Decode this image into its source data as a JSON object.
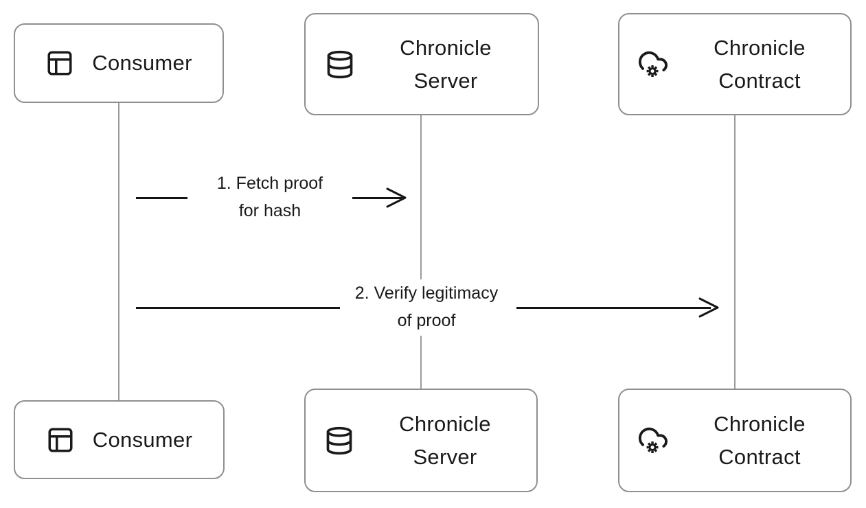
{
  "diagram": {
    "type": "sequence",
    "participants": [
      {
        "id": "consumer",
        "label": "Consumer",
        "icon": "layout-panel-icon"
      },
      {
        "id": "chronicle-server",
        "label": "Chronicle Server",
        "icon": "database-icon"
      },
      {
        "id": "chronicle-contract",
        "label": "Chronicle Contract",
        "icon": "cloud-cog-icon"
      }
    ],
    "messages": [
      {
        "from": "Consumer",
        "to": "Chronicle Server",
        "line1": "1. Fetch proof",
        "line2": "for hash"
      },
      {
        "from": "Consumer",
        "to": "Chronicle Contract",
        "line1": "2. Verify legitimacy",
        "line2": "of proof"
      }
    ],
    "colors": {
      "background": "#ffffff",
      "box_border": "#8f8f8f",
      "lifeline": "#9a9a9a",
      "arrow": "#151515",
      "text": "#1a1a1a"
    }
  }
}
